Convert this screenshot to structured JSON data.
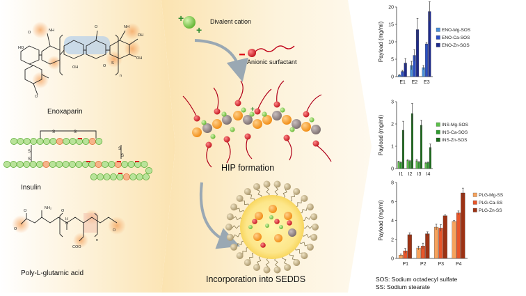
{
  "left": {
    "labels": {
      "enoxaparin": "Enoxaparin",
      "insulin": "Insulin",
      "plga": "Poly-L-glutamic acid"
    },
    "insulin_links": [
      "S",
      "S",
      "S",
      "S",
      "S",
      "S"
    ],
    "plga_n": "n",
    "enox_n": "n"
  },
  "middle": {
    "cation_label": "Divalent cation",
    "surfactant_label": "Anionic surfactant",
    "hip_label": "HIP formation",
    "sedds_label": "Incorporation into SEDDS",
    "plus": "+",
    "minus": "−"
  },
  "footnotes": {
    "sos": "SOS: Sodium octadecyl sulfate",
    "ss": "SS: Sodium stearate"
  },
  "colors": {
    "orange_bead": "#f7931e",
    "green_bead": "#7ac143",
    "grey_bead": "#8d8080",
    "red_bead": "#d7191c",
    "arrow": "#9aa8b3",
    "bg_band": "#fbe6b8"
  },
  "chart_data": [
    {
      "type": "bar",
      "ylabel": "Payload (mg/ml)",
      "ylim": [
        0,
        20
      ],
      "yticks": [
        0,
        5,
        10,
        15,
        20
      ],
      "categories": [
        "E1",
        "E2",
        "E3"
      ],
      "series": [
        {
          "name": "ENO-Mg-SOS",
          "color": "#4a90d9",
          "values": [
            0.4,
            3.2,
            2.6
          ],
          "errors": [
            0.2,
            1.2,
            0.6
          ]
        },
        {
          "name": "ENO-Ca-SOS",
          "color": "#2b4fc4",
          "values": [
            1.5,
            6.1,
            9.4
          ],
          "errors": [
            0.3,
            1.6,
            0.4
          ]
        },
        {
          "name": "ENO-Zn-SOS",
          "color": "#1d2a8c",
          "values": [
            3.9,
            13.5,
            18.7
          ],
          "errors": [
            1.3,
            3.2,
            2.8
          ]
        }
      ]
    },
    {
      "type": "bar",
      "ylabel": "Payload (mg/ml)",
      "ylim": [
        0,
        3
      ],
      "yticks": [
        0,
        1,
        2,
        3
      ],
      "categories": [
        "I1",
        "I2",
        "I3",
        "I4"
      ],
      "series": [
        {
          "name": "INS-Mg-SOS",
          "color": "#5cc049",
          "values": [
            0.3,
            0.37,
            0.35,
            0.25
          ],
          "errors": [
            0.03,
            0.03,
            0.06,
            0.03
          ]
        },
        {
          "name": "INS-Ca-SOS",
          "color": "#2e9a2e",
          "values": [
            0.27,
            0.33,
            0.28,
            0.27
          ],
          "errors": [
            0.03,
            0.04,
            0.04,
            0.03
          ]
        },
        {
          "name": "INS-Zn-SOS",
          "color": "#1b6b1b",
          "values": [
            1.72,
            2.47,
            1.95,
            0.95
          ],
          "errors": [
            0.4,
            0.45,
            0.22,
            0.15
          ]
        }
      ]
    },
    {
      "type": "bar",
      "ylabel": "Payload (mg/ml)",
      "ylim": [
        0,
        8
      ],
      "yticks": [
        0,
        2,
        4,
        6,
        8
      ],
      "categories": [
        "P1",
        "P2",
        "P3",
        "P4"
      ],
      "series": [
        {
          "name": "PLG-Mg-SS",
          "color": "#f7a35c",
          "values": [
            0.35,
            1.1,
            3.3,
            3.9
          ],
          "errors": [
            0.1,
            0.2,
            0.3,
            0.1
          ]
        },
        {
          "name": "PLG-Ca-SS",
          "color": "#e8562a",
          "values": [
            0.8,
            1.3,
            3.2,
            4.8
          ],
          "errors": [
            0.25,
            0.3,
            0.35,
            0.2
          ]
        },
        {
          "name": "PLG-Zn-SS",
          "color": "#9c3214",
          "values": [
            2.5,
            2.6,
            4.5,
            6.9
          ],
          "errors": [
            0.2,
            0.2,
            0.1,
            0.5
          ]
        }
      ]
    }
  ]
}
